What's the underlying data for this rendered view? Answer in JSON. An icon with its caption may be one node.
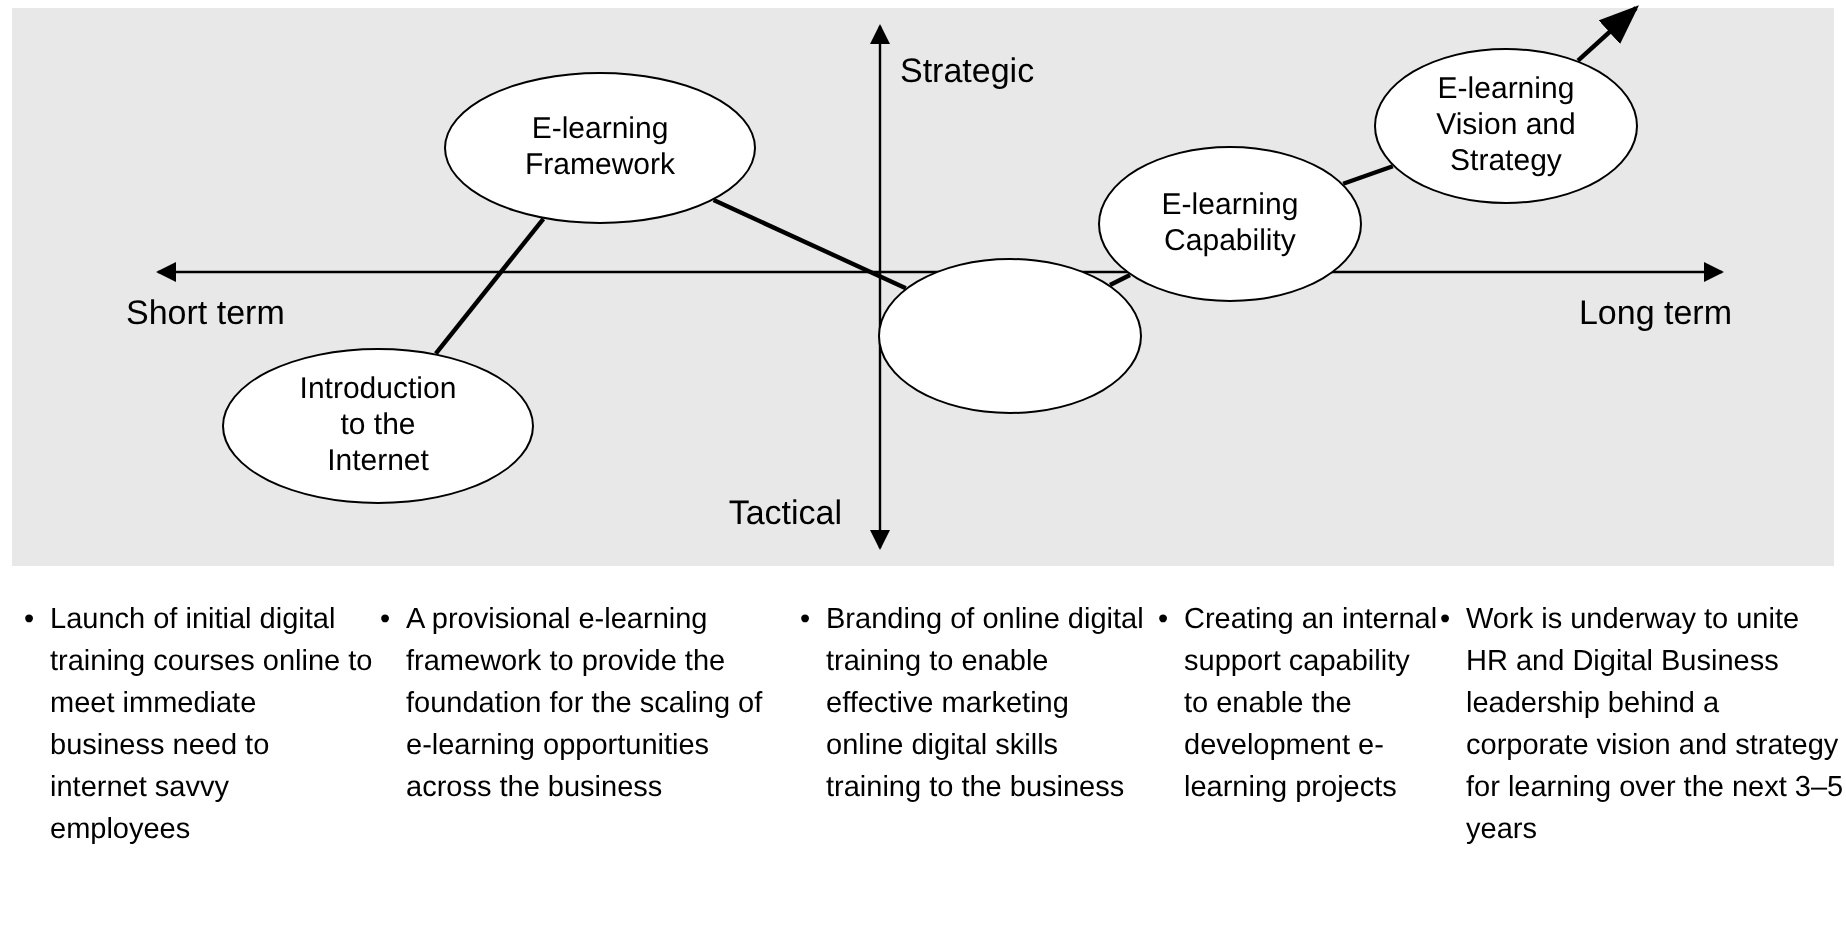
{
  "diagram": {
    "nodes": [
      {
        "text": [
          "Introduction to the Internet"
        ]
      },
      {
        "text": [
          "E-learning Framework"
        ]
      },
      {
        "text": [],
        "shape": "circle"
      },
      {
        "text": [
          "E-learning Capability"
        ]
      },
      {
        "text": [
          "E-learning Vision and Strategy"
        ]
      }
    ],
    "edges": [
      {
        "from": 0,
        "to": 1,
        "arrow": "none"
      },
      {
        "from": 1,
        "to": 2,
        "arrow": "none"
      },
      {
        "from": 2,
        "to": 3,
        "arrow": "none"
      },
      {
        "from": 3,
        "to": 4,
        "arrow": "none"
      },
      {
        "from": 4,
        "to": null,
        "arrow": "to"
      }
    ],
    "labels": [
      "Strategic",
      "Short term",
      "Long term",
      "Tactical",
      "•",
      "Launch of initial digital training courses online to meet immediate business need to internet savvy employees",
      "•",
      "A provisional e-learning framework to provide the foundation for the scaling of e-learning opportunities  across the business",
      "•",
      "Branding of online digital training to enable effective marketing online digital skills training to the business",
      "•",
      "Creating an internal support capability to enable the development e-learning projects",
      "•",
      "Work is underway to unite HR and Digital Business leadership behind a corporate vision and strategy for learning over the next 3–5 years"
    ]
  }
}
